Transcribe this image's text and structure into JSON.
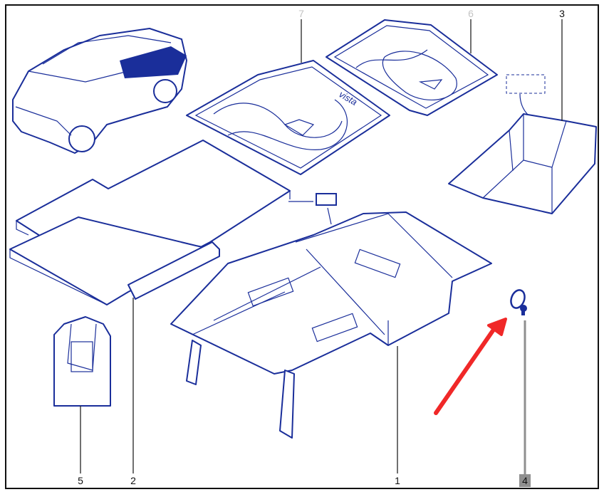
{
  "diagram": {
    "labels": {
      "part1": "1",
      "part2": "2",
      "part3": "3",
      "part4": "4",
      "part5": "5",
      "part6": "6",
      "part7": "7"
    },
    "mat_logo_text": "vista",
    "highlighted_part": "4",
    "colors": {
      "line": "#1a2e9a",
      "arrow": "#f02828",
      "highlight": "#8f8f8f",
      "faded_label": "#c4c4c4"
    }
  }
}
